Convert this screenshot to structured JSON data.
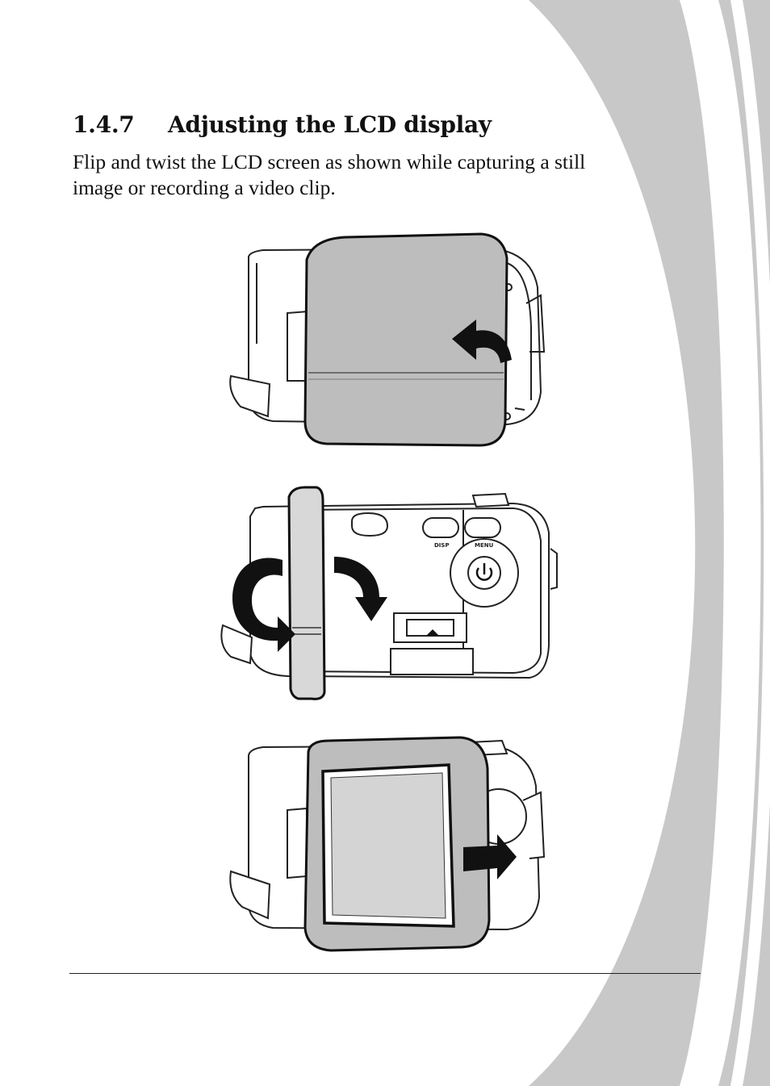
{
  "section": {
    "number": "1.4.7",
    "title": "Adjusting the LCD display"
  },
  "paragraph": {
    "line1": "Flip and twist the LCD screen as shown while capturing a still",
    "line2": "image or recording a video clip."
  },
  "figure2": {
    "disp_label": "DISP",
    "menu_label": "MENU"
  },
  "colors": {
    "decoration_gray": "#c8c8c8",
    "lcd_panel_gray": "#bdbdbd",
    "text": "#111111"
  },
  "icons": [
    "curved-arrow-left-icon",
    "rotate-arrow-icon",
    "curved-arrow-down-icon",
    "arrow-right-icon",
    "power-icon"
  ]
}
